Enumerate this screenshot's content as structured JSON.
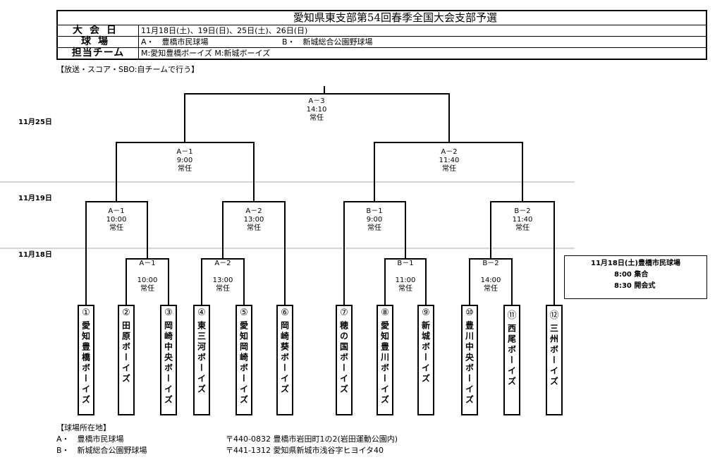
{
  "header": {
    "title": "愛知県東支部第54回春季全国大会支部予選",
    "rows": [
      {
        "label": "大会日",
        "value": "11月18日(土)、19日(日)、25日(土)、26日(日)"
      },
      {
        "label": "球場",
        "value_a": "A・　豊橋市民球場",
        "value_b": "B・　新城総合公園野球場"
      },
      {
        "label": "担当チーム",
        "value": "M:愛知豊橋ボーイズ  M:新城ボーイズ"
      }
    ],
    "note": "【放送・スコア・SBO:自チームで行う】"
  },
  "dates": [
    "11月25日",
    "11月19日",
    "11月18日"
  ],
  "matches": {
    "final": {
      "code": "A－3",
      "time": "14:10",
      "umpire": "常任"
    },
    "r3": [
      {
        "code": "A－1",
        "time": "9:00",
        "umpire": "常任"
      },
      {
        "code": "A－2",
        "time": "11:40",
        "umpire": "常任"
      }
    ],
    "r2": [
      {
        "code": "A－1",
        "time": "10:00",
        "umpire": "常任"
      },
      {
        "code": "A－2",
        "time": "13:00",
        "umpire": "常任"
      },
      {
        "code": "B－1",
        "time": "9:00",
        "umpire": "常任"
      },
      {
        "code": "B－2",
        "time": "11:40",
        "umpire": "常任"
      }
    ],
    "r1": [
      {
        "code": "A－1",
        "time": "10:00",
        "umpire": "常任"
      },
      {
        "code": "A－2",
        "time": "13:00",
        "umpire": "常任"
      },
      {
        "code": "B－1",
        "time": "11:00",
        "umpire": "常任"
      },
      {
        "code": "B－2",
        "time": "14:00",
        "umpire": "常任"
      }
    ]
  },
  "teams": [
    {
      "no": "①",
      "name": "愛知豊橋ボーイズ"
    },
    {
      "no": "②",
      "name": "田原ボーイズ"
    },
    {
      "no": "③",
      "name": "岡崎中央ボーイズ"
    },
    {
      "no": "④",
      "name": "東三河ボーイズ"
    },
    {
      "no": "⑤",
      "name": "愛知岡崎ボーイズ"
    },
    {
      "no": "⑥",
      "name": "岡崎葵ボーイズ"
    },
    {
      "no": "⑦",
      "name": "穂の国ボーイズ"
    },
    {
      "no": "⑧",
      "name": "愛知豊川ボーイズ"
    },
    {
      "no": "⑨",
      "name": "新城ボーイズ"
    },
    {
      "no": "⑩",
      "name": "豊川中央ボーイズ"
    },
    {
      "no": "⑪",
      "name": "西尾ボーイズ"
    },
    {
      "no": "⑫",
      "name": "三州ボーイズ"
    }
  ],
  "info": {
    "line1": "11月18日(土)豊橋市民球場",
    "line2": "8:00  集合",
    "line3": "8:30  開会式"
  },
  "footer": {
    "title": "【球場所在地】",
    "a_name": "A・　豊橋市民球場",
    "a_addr": "〒440-0832  豊橋市岩田町1の2(岩田運動公園内)",
    "b_name": "B・　新城総合公園野球場",
    "b_addr": "〒441-1312  愛知県新城市浅谷字ヒヨイタ40"
  }
}
